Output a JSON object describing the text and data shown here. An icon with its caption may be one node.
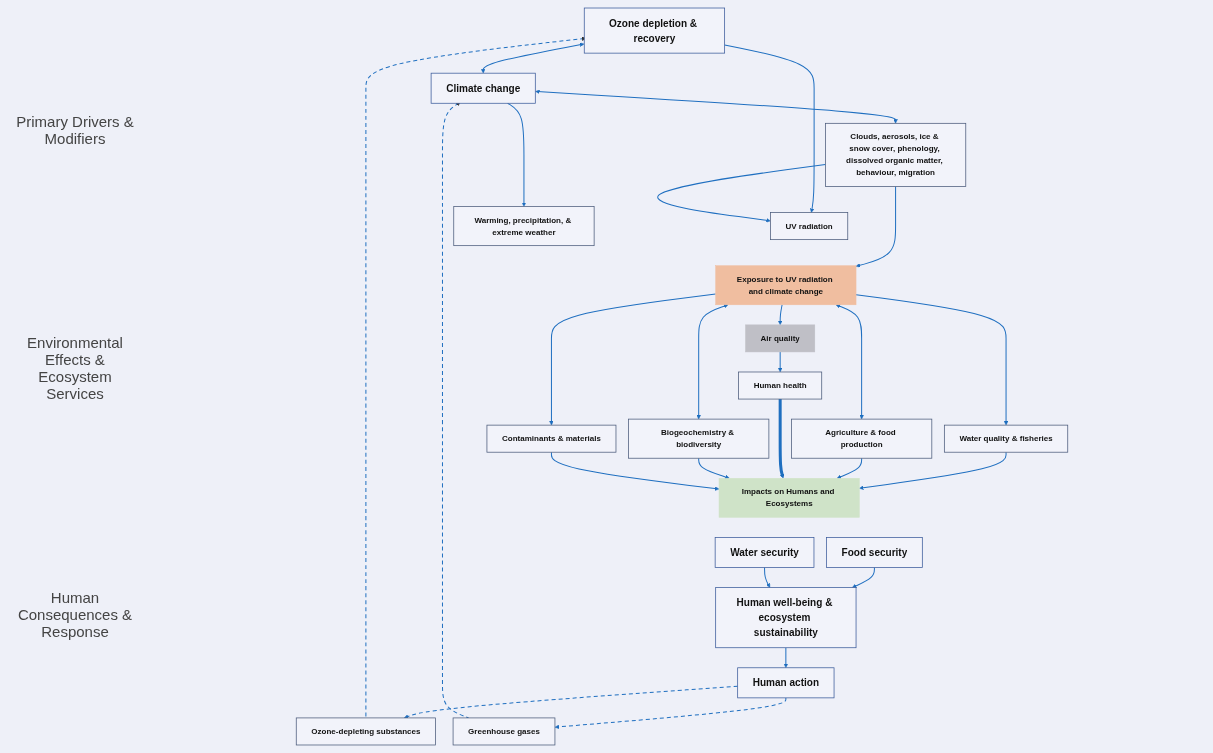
{
  "diagram": {
    "nodes": [
      {
        "text": [
          "Ozone depletion & recovery"
        ]
      },
      {
        "text": [
          "Climate change"
        ]
      },
      {
        "text": [
          "Clouds, aerosols, ice & snow cover, phenology, dissolved organic matter, behaviour, migration"
        ]
      },
      {
        "text": [
          "UV radiation"
        ]
      },
      {
        "text": [
          "Warming, precipitation, & extreme weather"
        ]
      },
      {
        "text": [
          "Exposure to UV radiation and climate change"
        ]
      },
      {
        "text": [
          "Air quality"
        ]
      },
      {
        "text": [
          "Water quality & fisheries"
        ]
      },
      {
        "text": [
          "Agriculture & food production"
        ]
      },
      {
        "text": [
          "Human health"
        ]
      },
      {
        "text": [
          "Biogeochemistry & biodiversity"
        ]
      },
      {
        "text": [
          "Contaminants & materials"
        ]
      },
      {
        "text": [
          "Impacts on Humans and Ecosystems"
        ]
      },
      {
        "text": [
          "Food security"
        ]
      },
      {
        "text": [
          "Human well-being & ecosystem sustainability"
        ]
      },
      {
        "text": [
          "Water security"
        ]
      },
      {
        "text": [
          "Ozone-depleting substances"
        ]
      },
      {
        "text": [
          "Human action"
        ]
      },
      {
        "text": [
          "Greenhouse gases"
        ]
      }
    ],
    "edges": [
      {
        "from": 0,
        "to": 1,
        "arrow": "both"
      },
      {
        "from": 0,
        "to": 3,
        "arrow": "to"
      },
      {
        "from": 2,
        "to": 3,
        "arrow": "to"
      },
      {
        "from": 2,
        "to": 1,
        "arrow": "both"
      },
      {
        "from": 1,
        "to": 4,
        "arrow": "to"
      },
      {
        "from": 2,
        "to": 5,
        "arrow": "to"
      },
      {
        "from": 5,
        "to": 6,
        "arrow": "to"
      },
      {
        "from": 5,
        "to": 7,
        "arrow": "to"
      },
      {
        "from": 5,
        "to": 8,
        "arrow": "both"
      },
      {
        "from": 6,
        "to": 9,
        "arrow": "to"
      },
      {
        "from": 5,
        "to": 10,
        "arrow": "both"
      },
      {
        "from": 5,
        "to": 11,
        "arrow": "to"
      },
      {
        "from": 7,
        "to": 12,
        "arrow": "to"
      },
      {
        "from": 8,
        "to": 12,
        "arrow": "to"
      },
      {
        "from": 9,
        "to": 12,
        "arrow": "to",
        "style": "thick"
      },
      {
        "from": 10,
        "to": 12,
        "arrow": "to"
      },
      {
        "from": 11,
        "to": 12,
        "arrow": "to"
      },
      {
        "from": 13,
        "to": 14,
        "arrow": "to"
      },
      {
        "from": 15,
        "to": 14,
        "arrow": "to"
      },
      {
        "from": 14,
        "to": 17,
        "arrow": "to"
      },
      {
        "from": 17,
        "to": 16,
        "arrow": "to",
        "style": "dashed"
      },
      {
        "from": 17,
        "to": 18,
        "arrow": "to",
        "style": "dashed"
      },
      {
        "from": 16,
        "to": 0,
        "arrow": "to",
        "style": "dashed"
      },
      {
        "from": 18,
        "to": 1,
        "arrow": "to",
        "style": "dashed"
      }
    ],
    "labels": [
      "Primary Drivers & Modifiers",
      "Environmental Effects & Ecosystem Services",
      "Human Consequences & Response"
    ]
  }
}
